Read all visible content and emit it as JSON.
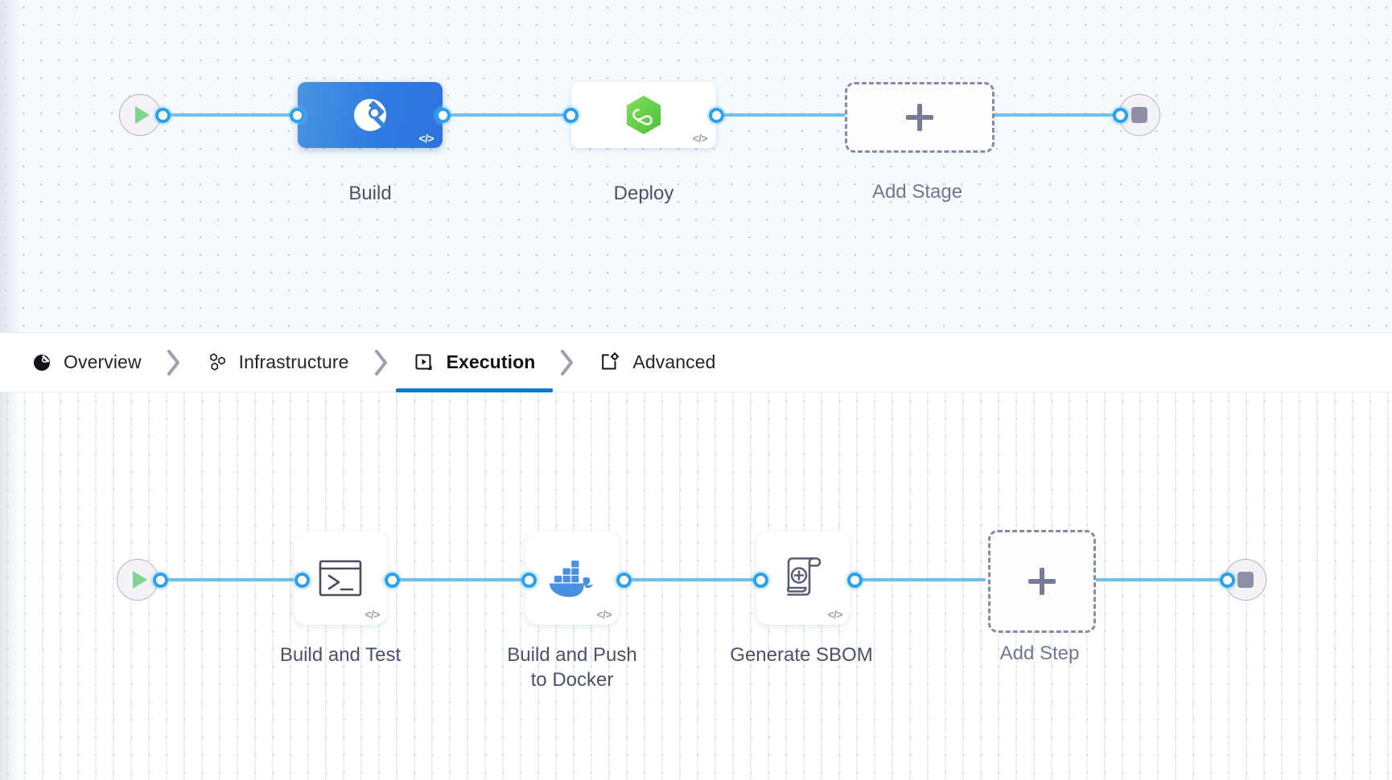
{
  "tabs": {
    "separator_icon": "chevron-right-icon",
    "items": [
      {
        "label": "Overview",
        "icon": "overview-pie-icon",
        "active": false
      },
      {
        "label": "Infrastructure",
        "icon": "hexagon-cluster-icon",
        "active": false
      },
      {
        "label": "Execution",
        "icon": "play-box-icon",
        "active": true
      },
      {
        "label": "Advanced",
        "icon": "box-gear-icon",
        "active": false
      }
    ],
    "active_underline_color": "#0278d5"
  },
  "stage_canvas": {
    "start_node": {
      "name": "pipeline-start",
      "icon": "play-icon"
    },
    "end_node": {
      "name": "pipeline-end",
      "icon": "stop-icon"
    },
    "stages": [
      {
        "label": "Build",
        "icon": "harness-ci-icon",
        "selected": true,
        "badge": "</>"
      },
      {
        "label": "Deploy",
        "icon": "harness-cd-icon",
        "selected": false,
        "badge": "</>"
      }
    ],
    "add_stage": {
      "label": "Add Stage",
      "icon": "plus-icon"
    }
  },
  "step_canvas": {
    "start_node": {
      "name": "execution-start",
      "icon": "play-icon"
    },
    "end_node": {
      "name": "execution-end",
      "icon": "stop-icon"
    },
    "steps": [
      {
        "label": "Build and Test",
        "icon": "terminal-icon",
        "badge": "</>"
      },
      {
        "label": "Build and Push\nto Docker",
        "icon": "docker-icon",
        "badge": "</>"
      },
      {
        "label": "Generate SBOM",
        "icon": "sbom-scroll-icon",
        "badge": "</>"
      }
    ],
    "add_step": {
      "label": "Add Step",
      "icon": "plus-icon"
    }
  },
  "colors": {
    "edge": "#6fc1f2",
    "port_ring": "#2ba0ee",
    "selected_stage": "#2f7be2",
    "docker_blue": "#4a90e2",
    "cd_green": "#6fd04e",
    "play_green": "#7fd490",
    "label_text": "#4e5065"
  }
}
